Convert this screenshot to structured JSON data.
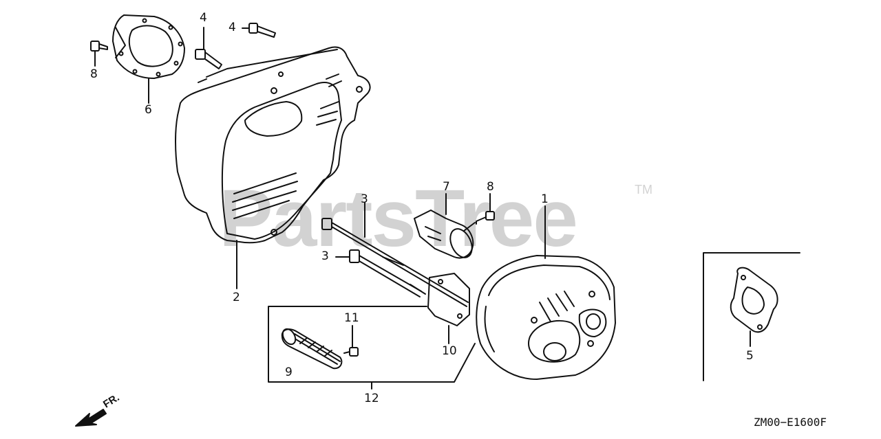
{
  "diagram": {
    "watermark": "PartsTree",
    "trademark": "TM",
    "drawing_code": "ZM00−E1600F",
    "front_indicator": "FR.",
    "callouts": [
      {
        "id": "c1",
        "label": "1"
      },
      {
        "id": "c2",
        "label": "2"
      },
      {
        "id": "c3a",
        "label": "3"
      },
      {
        "id": "c3b",
        "label": "3"
      },
      {
        "id": "c4a",
        "label": "4"
      },
      {
        "id": "c4b",
        "label": "4"
      },
      {
        "id": "c5",
        "label": "5"
      },
      {
        "id": "c6",
        "label": "6"
      },
      {
        "id": "c7",
        "label": "7"
      },
      {
        "id": "c8a",
        "label": "8"
      },
      {
        "id": "c8b",
        "label": "8"
      },
      {
        "id": "c9",
        "label": "9"
      },
      {
        "id": "c10",
        "label": "10"
      },
      {
        "id": "c11",
        "label": "11"
      },
      {
        "id": "c12",
        "label": "12"
      }
    ]
  }
}
